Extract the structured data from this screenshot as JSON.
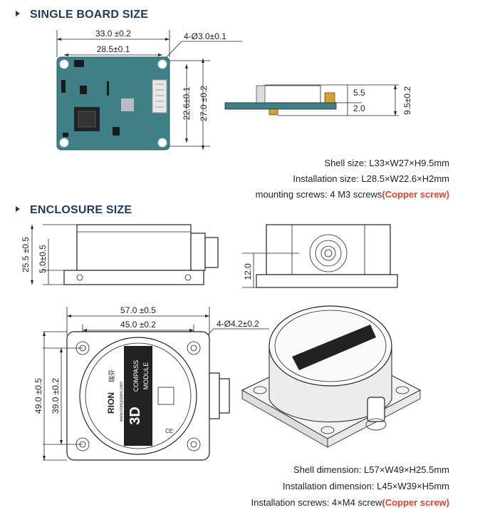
{
  "sections": {
    "board": {
      "title": "SINGLE BOARD SIZE"
    },
    "enclosure": {
      "title": "ENCLOSURE SIZE"
    }
  },
  "board": {
    "dims": {
      "width_outer": "33.0 ±0.2",
      "width_inner": "28.5±0.1",
      "holes": "4-Ø3.0±0.1",
      "height_inner": "22.6±0.1",
      "height_outer": "27.0 ±0.2",
      "side_a": "5.5",
      "side_b": "2.0",
      "side_total": "9.5±0.2"
    },
    "specs": {
      "shell": "Shell size: L33×W27×H9.5mm",
      "install": "Installation size: L28.5×W22.6×H2mm",
      "screws": "mounting screws: 4 M3 screws",
      "screws_note": "(Copper screw)"
    }
  },
  "enclosure": {
    "dims": {
      "height_total": "25.5 ±0.5",
      "height_base": "5.0±0.5",
      "side_height": "12.0",
      "width_outer": "57.0 ±0.5",
      "width_inner": "45.0 ±0.2",
      "holes": "4-Ø4.2±0.2",
      "depth_outer": "49.0 ±0.5",
      "depth_inner": "39.0 ±0.2"
    },
    "label": {
      "big": "3D",
      "compass": "COMPASS",
      "module": "MODULE",
      "brand": "RION",
      "brand_cn": "瑞芬",
      "url": "www.rionsystem.com",
      "ce": "CE"
    },
    "specs": {
      "shell": "Shell dimension: L57×W49×H25.5mm",
      "install": "Installation dimension: L45×W39×H5mm",
      "screws": "Installation screws: 4×M4 screw",
      "screws_note": "(Copper screw)"
    }
  },
  "colors": {
    "heading": "#1f3a5c",
    "highlight": "#e2452e",
    "pcb": "#3f7f86"
  }
}
